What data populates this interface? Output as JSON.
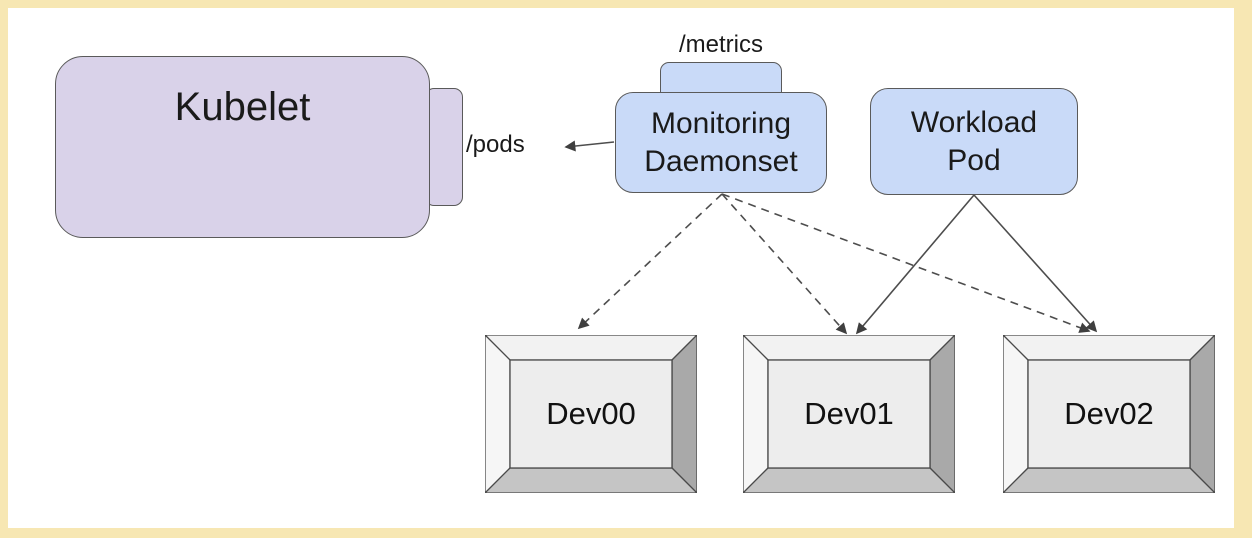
{
  "canvas": {
    "frame_color": "#f7e7b3",
    "background": "#ffffff"
  },
  "nodes": {
    "kubelet": {
      "label": "Kubelet",
      "fill": "#d9d2e9",
      "border": "#5a5a5a"
    },
    "pods_endpoint": {
      "label": "/pods"
    },
    "metrics_endpoint": {
      "label": "/metrics",
      "fill": "#c9daf8"
    },
    "monitoring_daemonset": {
      "label_line1": "Monitoring",
      "label_line2": "Daemonset",
      "fill": "#c9daf8"
    },
    "workload_pod": {
      "label_line1": "Workload",
      "label_line2": "Pod",
      "fill": "#c9daf8"
    },
    "devices": [
      {
        "label": "Dev00"
      },
      {
        "label": "Dev01"
      },
      {
        "label": "Dev02"
      }
    ]
  },
  "edges": [
    {
      "from": "monitoring_daemonset",
      "to": "kubelet",
      "via_label": "/pods",
      "style": "solid"
    },
    {
      "from": "monitoring_daemonset",
      "to": "Dev00",
      "style": "dashed"
    },
    {
      "from": "monitoring_daemonset",
      "to": "Dev01",
      "style": "dashed"
    },
    {
      "from": "monitoring_daemonset",
      "to": "Dev02",
      "style": "dashed"
    },
    {
      "from": "workload_pod",
      "to": "Dev01",
      "style": "solid"
    },
    {
      "from": "workload_pod",
      "to": "Dev02",
      "style": "solid"
    }
  ],
  "edge_color": "#4d4d4d"
}
